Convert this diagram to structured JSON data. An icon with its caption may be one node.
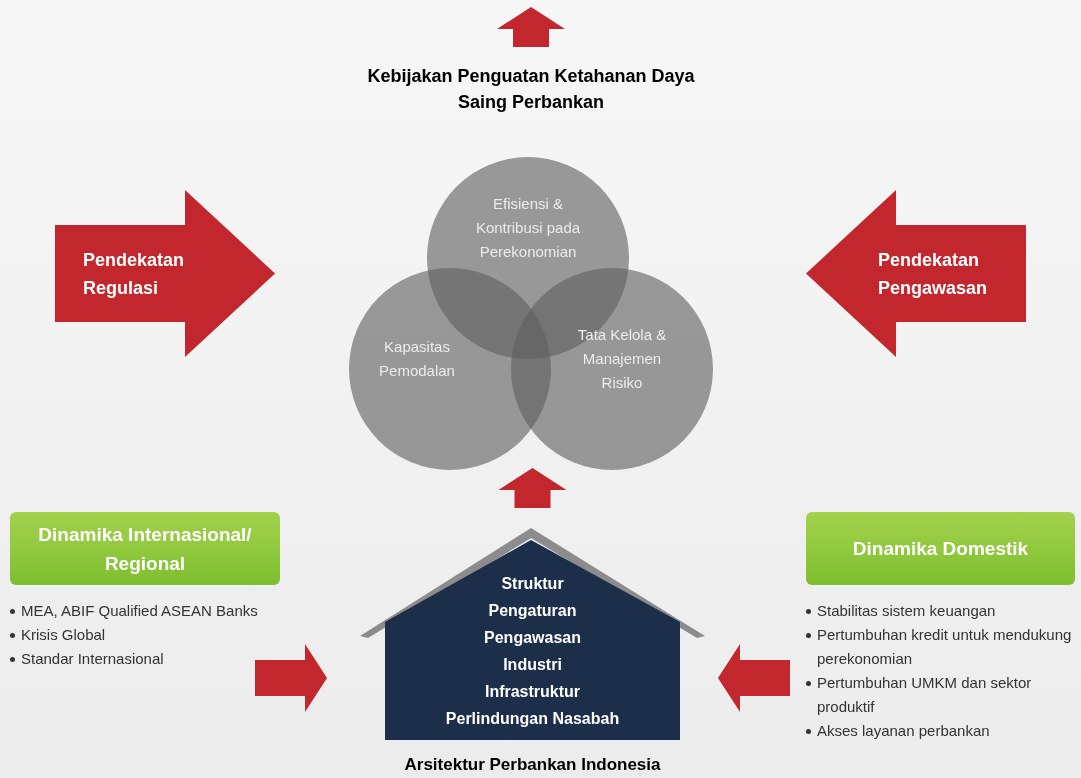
{
  "diagram": {
    "nodes": [
      {
        "text": [
          "Kebijakan Penguatan Ketahanan Daya Saing Perbankan"
        ]
      },
      {
        "text": [
          "Efisiensi & Kontribusi pada Perekonomian"
        ]
      },
      {
        "text": [
          "Kapasitas Pemodalan"
        ]
      },
      {
        "text": [
          "Tata Kelola & Manajemen Risiko"
        ]
      },
      {
        "text": [
          "Pendekatan Regulasi"
        ]
      },
      {
        "text": [
          "Pendekatan Pengawasan"
        ]
      },
      {
        "text": [
          "Dinamika Internasional/ Regional"
        ],
        "beside": [
          "MEA, ABIF Qualified ASEAN Banks",
          "Krisis Global",
          "Standar Internasional"
        ]
      },
      {
        "text": [
          "Struktur",
          "Pengaturan",
          "Pengawasan",
          "Industri",
          "Infrastruktur",
          "Perlindungan Nasabah",
          "Arsitektur Perbankan Indonesia"
        ]
      },
      {
        "text": [
          "Dinamika Domestik"
        ],
        "beside": [
          "Stabilitas sistem keuangan",
          "Pertumbuhan kredit untuk mendukung perekonomian",
          "Pertumbuhan UMKM dan sektor produktif",
          "Akses layanan perbankan"
        ]
      }
    ],
    "edges": [
      {
        "from": 0,
        "to": null,
        "arrow": "to"
      },
      {
        "from": 7,
        "to": null,
        "arrow": "to"
      },
      {
        "from": 6,
        "to": 7,
        "arrow": "to"
      },
      {
        "from": 8,
        "to": 7,
        "arrow": "to"
      }
    ]
  }
}
